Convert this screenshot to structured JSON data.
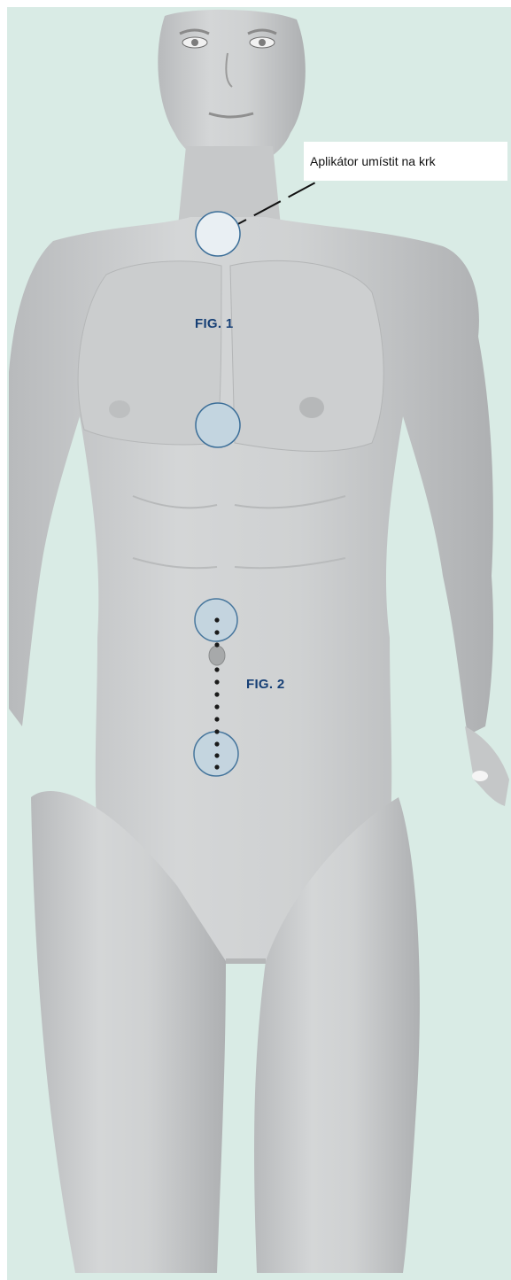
{
  "callout": {
    "text": "Aplikátor umístit na krk"
  },
  "figures": {
    "fig1_label": "FIG. 1",
    "fig2_label": "FIG. 2"
  },
  "markers": {
    "applicator_points": [
      "neck",
      "sternum",
      "above-navel",
      "below-navel"
    ],
    "dotted_line": "navel-line"
  },
  "colors": {
    "background": "#d9ebe5",
    "body": "#c9cbcc",
    "marker_fill": "#c3d5e0",
    "marker_fill_light": "#e9eff3",
    "marker_stroke": "#3b6e98",
    "label": "#163f75",
    "dots": "#1a1a1a"
  }
}
